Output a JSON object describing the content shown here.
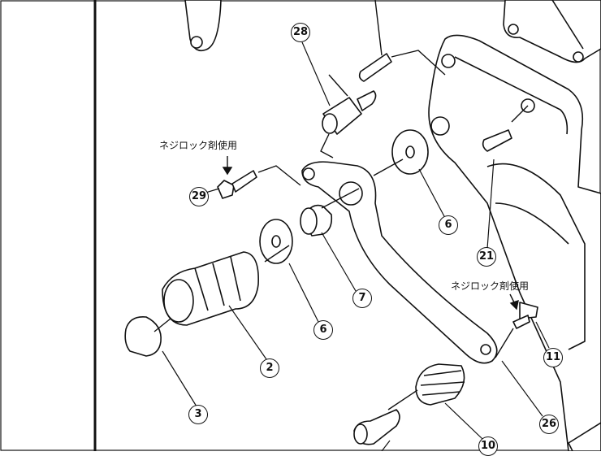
{
  "callouts": [
    "28",
    "29",
    "6",
    "21",
    "7",
    "6",
    "11",
    "2",
    "3",
    "26",
    "10"
  ],
  "notes": {
    "left": "ネジロック剤使用",
    "right": "ネジロック剤使用"
  }
}
